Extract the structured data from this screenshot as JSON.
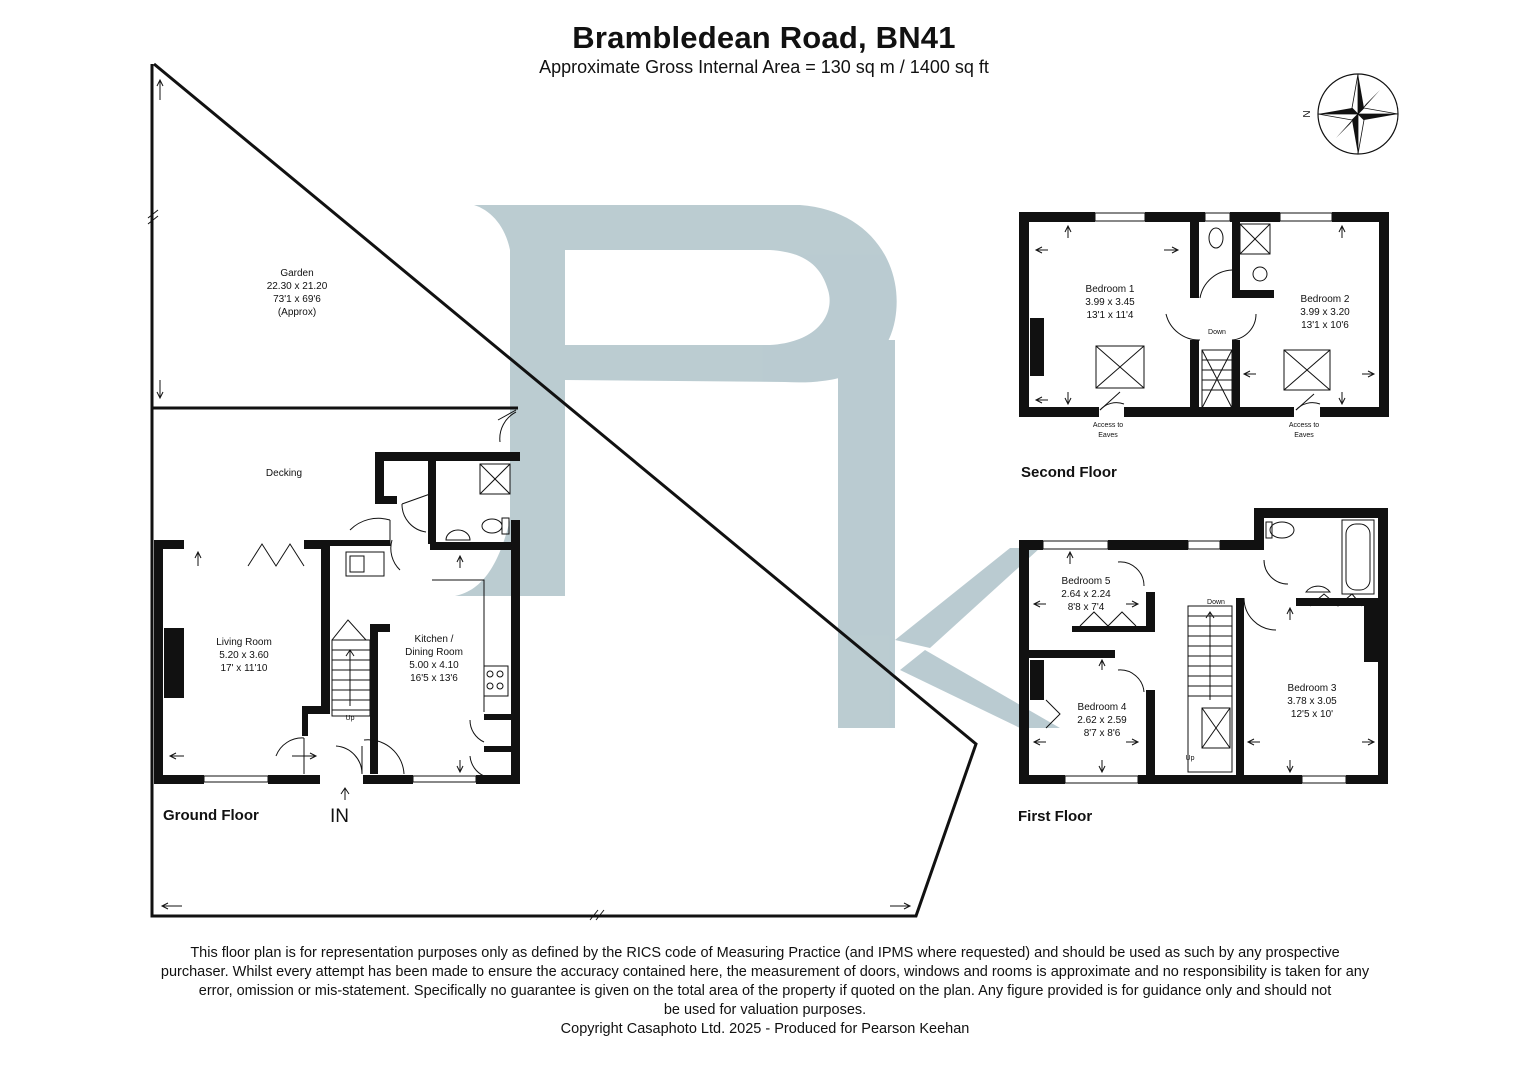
{
  "header": {
    "title": "Brambledean Road, BN41",
    "subtitle": "Approximate Gross Internal Area = 130 sq m / 1400 sq ft"
  },
  "compass": {
    "label": "N"
  },
  "watermark": {
    "color": "#b7c9cf"
  },
  "floors": {
    "ground": "Ground Floor",
    "first": "First Floor",
    "second": "Second Floor"
  },
  "entrance": "IN",
  "garden": {
    "name": "Garden",
    "metric": "22.30 x 21.20",
    "imperial": "73'1 x 69'6",
    "note": "(Approx)"
  },
  "decking": {
    "name": "Decking"
  },
  "rooms": {
    "living": {
      "name": "Living Room",
      "metric": "5.20 x 3.60",
      "imperial": "17' x 11'10"
    },
    "kitchen": {
      "name1": "Kitchen /",
      "name2": "Dining Room",
      "metric": "5.00 x 4.10",
      "imperial": "16'5 x 13'6"
    },
    "bedroom1": {
      "name": "Bedroom 1",
      "metric": "3.99 x 3.45",
      "imperial": "13'1 x 11'4"
    },
    "bedroom2": {
      "name": "Bedroom 2",
      "metric": "3.99 x 3.20",
      "imperial": "13'1 x 10'6"
    },
    "bedroom3": {
      "name": "Bedroom 3",
      "metric": "3.78 x 3.05",
      "imperial": "12'5 x 10'"
    },
    "bedroom4": {
      "name": "Bedroom 4",
      "metric": "2.62 x 2.59",
      "imperial": "8'7 x 8'6"
    },
    "bedroom5": {
      "name": "Bedroom 5",
      "metric": "2.64 x 2.24",
      "imperial": "8'8 x 7'4"
    }
  },
  "stairs": {
    "up": "Up",
    "down": "Down"
  },
  "eaves": {
    "line1": "Access to",
    "line2": "Eaves"
  },
  "footer": {
    "line1": "This floor plan is for representation purposes only as defined by the RICS code of Measuring Practice (and IPMS where requested) and should be used as such by any prospective",
    "line2": "purchaser. Whilst every attempt has been made to ensure the accuracy contained here, the measurement of doors, windows and rooms is approximate and no responsibility is taken for any",
    "line3": "error, omission or mis-statement. Specifically no guarantee is given on the total area of the property if quoted on the plan. Any figure provided is for guidance only and should not",
    "line4": "be used for valuation purposes.",
    "copyright": "Copyright Casaphoto Ltd. 2025 - Produced for Pearson Keehan"
  }
}
